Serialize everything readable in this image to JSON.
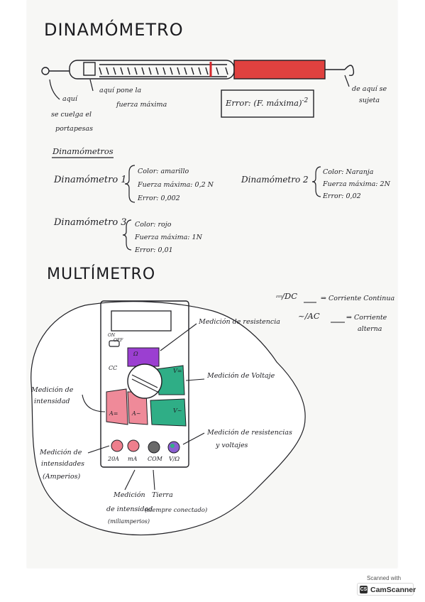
{
  "dinamometro": {
    "title": "DINAMÓMETRO",
    "notes": {
      "aqui_1": "aquí",
      "aqui_2": "se cuelga el",
      "aqui_3": "portapesas",
      "fuerza_1": "aquí pone la",
      "fuerza_2": "fuerza máxima",
      "sujeta_1": "de aquí se",
      "sujeta_2": "sujeta"
    },
    "error_formula": "Error: (F. máxima)",
    "error_exponent": "-2"
  },
  "dinamometros": {
    "heading": "Dinamómetros",
    "d1": {
      "name": "Dinamómetro 1",
      "color": "Color: amarillo",
      "fuerza": "Fuerza máxima: 0,2 N",
      "error": "Error: 0,002"
    },
    "d2": {
      "name": "Dinamómetro 2",
      "color": "Color: Naranja",
      "fuerza": "Fuerza máxima: 2N",
      "error": "Error: 0,02"
    },
    "d3": {
      "name": "Dinamómetro 3",
      "color": "Color: rojo",
      "fuerza": "Fuerza máxima: 1N",
      "error": "Error: 0,01"
    }
  },
  "multimetro": {
    "title": "MULTÍMETRO",
    "dc_symbol": "⎓/DC",
    "dc_label": "⇒ Corriente Continua",
    "ac_symbol": "~/AC",
    "ac_label_1": "⇒ Corriente",
    "ac_label_2": "alterna",
    "onoff_1": "ON",
    "onoff_2": "OFF",
    "dial_labels": {
      "omega": "Ω",
      "cc": "CC",
      "v_dc": "V=",
      "v_ac": "V~",
      "a_dc": "A=",
      "a_ac": "A~"
    },
    "ports": {
      "p20a": "20A",
      "pma": "mA",
      "pcom": "COM",
      "pvo": "V/Ω"
    },
    "notes": {
      "resistencia": "Medición de resistencia",
      "voltaje": "Medición de Voltaje",
      "intensidad_1": "Medición de",
      "intensidad_2": "intensidad",
      "res_volt_1": "Medición de resistencias",
      "res_volt_2": "y voltajes",
      "amp_1": "Medición de",
      "amp_2": "intensidades",
      "amp_3": "(Amperios)",
      "mili_1": "Medición",
      "mili_2": "de intensidad",
      "mili_3": "(miliamperios)",
      "tierra_1": "Tierra",
      "tierra_2": "(siempre conectado)"
    }
  },
  "colors": {
    "ink": "#1f1f24",
    "red_spring": "#e0413f",
    "purple": "#9b3fd1",
    "teal": "#2fae86",
    "pink": "#ef8a99",
    "port_pink": "#ee7f8d"
  },
  "scanner": {
    "line1": "Scanned with",
    "line2": "CamScanner"
  }
}
